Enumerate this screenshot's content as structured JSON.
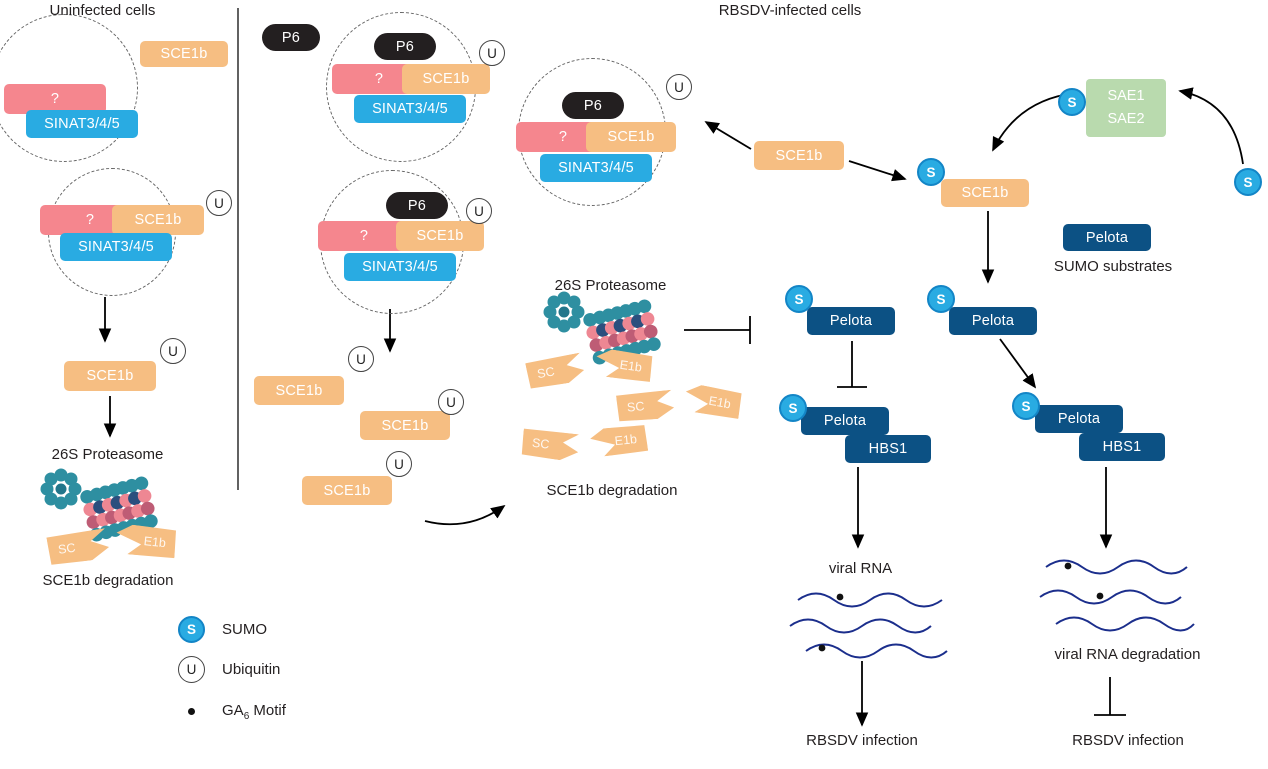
{
  "colors": {
    "orange": "#F6BE82",
    "pink": "#F5868E",
    "sinat_blue": "#29ABE2",
    "sumo_blue": "#29ABE2",
    "navy": "#0C5184",
    "sae_green": "#B9DAAE",
    "p6_black": "#231F20",
    "rna_navy": "#1B2E8C",
    "proteasome_teal": "#2E8FA1",
    "proteasome_pink": "#EE8793"
  },
  "panels": {
    "left_title": "Uninfected cells",
    "right_title": "RBSDV-infected cells"
  },
  "proteins": {
    "sce1b": "SCE1b",
    "sinat": "SINAT3/4/5",
    "unknown": "?",
    "p6": "P6",
    "pelota": "Pelota",
    "hbs1": "HBS1",
    "sae1": "SAE1",
    "sae2": "SAE2"
  },
  "badges": {
    "sumo": "S",
    "ubiquitin": "U"
  },
  "texts": {
    "proteasome": "26S Proteasome",
    "sce1b_degradation": "SCE1b degradation",
    "sumo_substrates": "SUMO substrates",
    "viral_rna": "viral RNA",
    "viral_rna_degradation": "viral RNA degradation",
    "rbsdv_infection": "RBSDV infection"
  },
  "fragments": {
    "left": "SC",
    "right": "E1b"
  },
  "legend": {
    "sumo": "SUMO",
    "ubiquitin": "Ubiquitin",
    "ga6_prefix": "GA",
    "ga6_sub": "6",
    "ga6_suffix": " Motif"
  }
}
